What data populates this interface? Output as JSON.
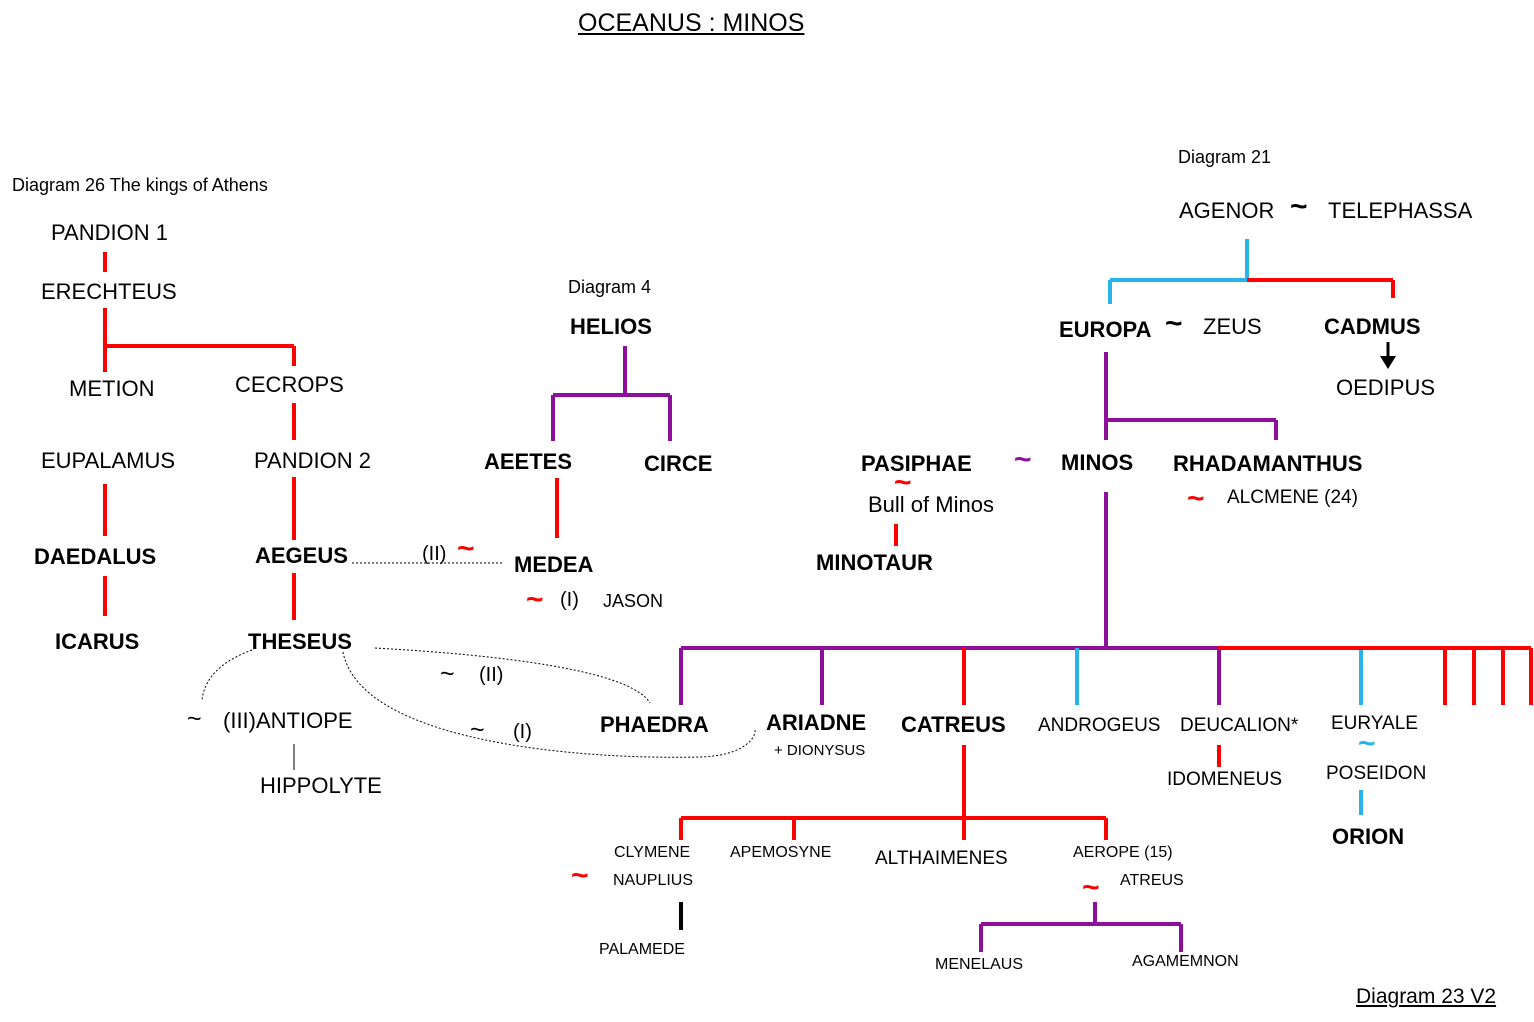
{
  "title": "OCEANUS : MINOS",
  "footer": "Diagram 23 V2",
  "refs": {
    "kings_of_athens": "Diagram 26 The kings of Athens",
    "diagram4": "Diagram 4",
    "diagram21": "Diagram 21"
  },
  "colors": {
    "red": "#ff0000",
    "purple": "#8e0f9b",
    "blue": "#27b4ea",
    "black": "#000000"
  },
  "marriage_symbol": "~",
  "names": {
    "pandion1": "PANDION 1",
    "erechteus": "ERECHTEUS",
    "metion": "METION",
    "cecrops": "CECROPS",
    "eupalamus": "EUPALAMUS",
    "pandion2": "PANDION 2",
    "daedalus": "DAEDALUS",
    "aegeus": "AEGEUS",
    "icarus": "ICARUS",
    "theseus": "THESEUS",
    "antiope": "(III)ANTIOPE",
    "hippolyte": "HIPPOLYTE",
    "helios": "HELIOS",
    "aeetes": "AEETES",
    "circe": "CIRCE",
    "medea": "MEDEA",
    "jason_ord": "(I)",
    "jason": "JASON",
    "aegeus_medea_ord": "(II)",
    "theseus_phaedra_ord": "(II)",
    "theseus_ariadne_ord": "(I)",
    "agenor": "AGENOR",
    "telephassa": "TELEPHASSA",
    "europa": "EUROPA",
    "zeus": "ZEUS",
    "cadmus": "CADMUS",
    "oedipus": "OEDIPUS",
    "pasiphae": "PASIPHAE",
    "minos": "MINOS",
    "rhadamanthus": "RHADAMANTHUS",
    "bull": "Bull of Minos",
    "alcmene": "ALCMENE (24)",
    "minotaur": "MINOTAUR",
    "phaedra": "PHAEDRA",
    "ariadne": "ARIADNE",
    "dionysus": "+ DIONYSUS",
    "catreus": "CATREUS",
    "androgeus": "ANDROGEUS",
    "deucalion": "DEUCALION*",
    "euryale": "EURYALE",
    "idomeneus": "IDOMENEUS",
    "poseidon": "POSEIDON",
    "orion": "ORION",
    "clymene": "CLYMENE",
    "apemosyne": "APEMOSYNE",
    "althaimenes": "ALTHAIMENES",
    "aerope": "AEROPE (15)",
    "nauplius": "NAUPLIUS",
    "atreus": "ATREUS",
    "palamede": "PALAMEDE",
    "menelaus": "MENELAUS",
    "agamemnon": "AGAMEMNON"
  }
}
